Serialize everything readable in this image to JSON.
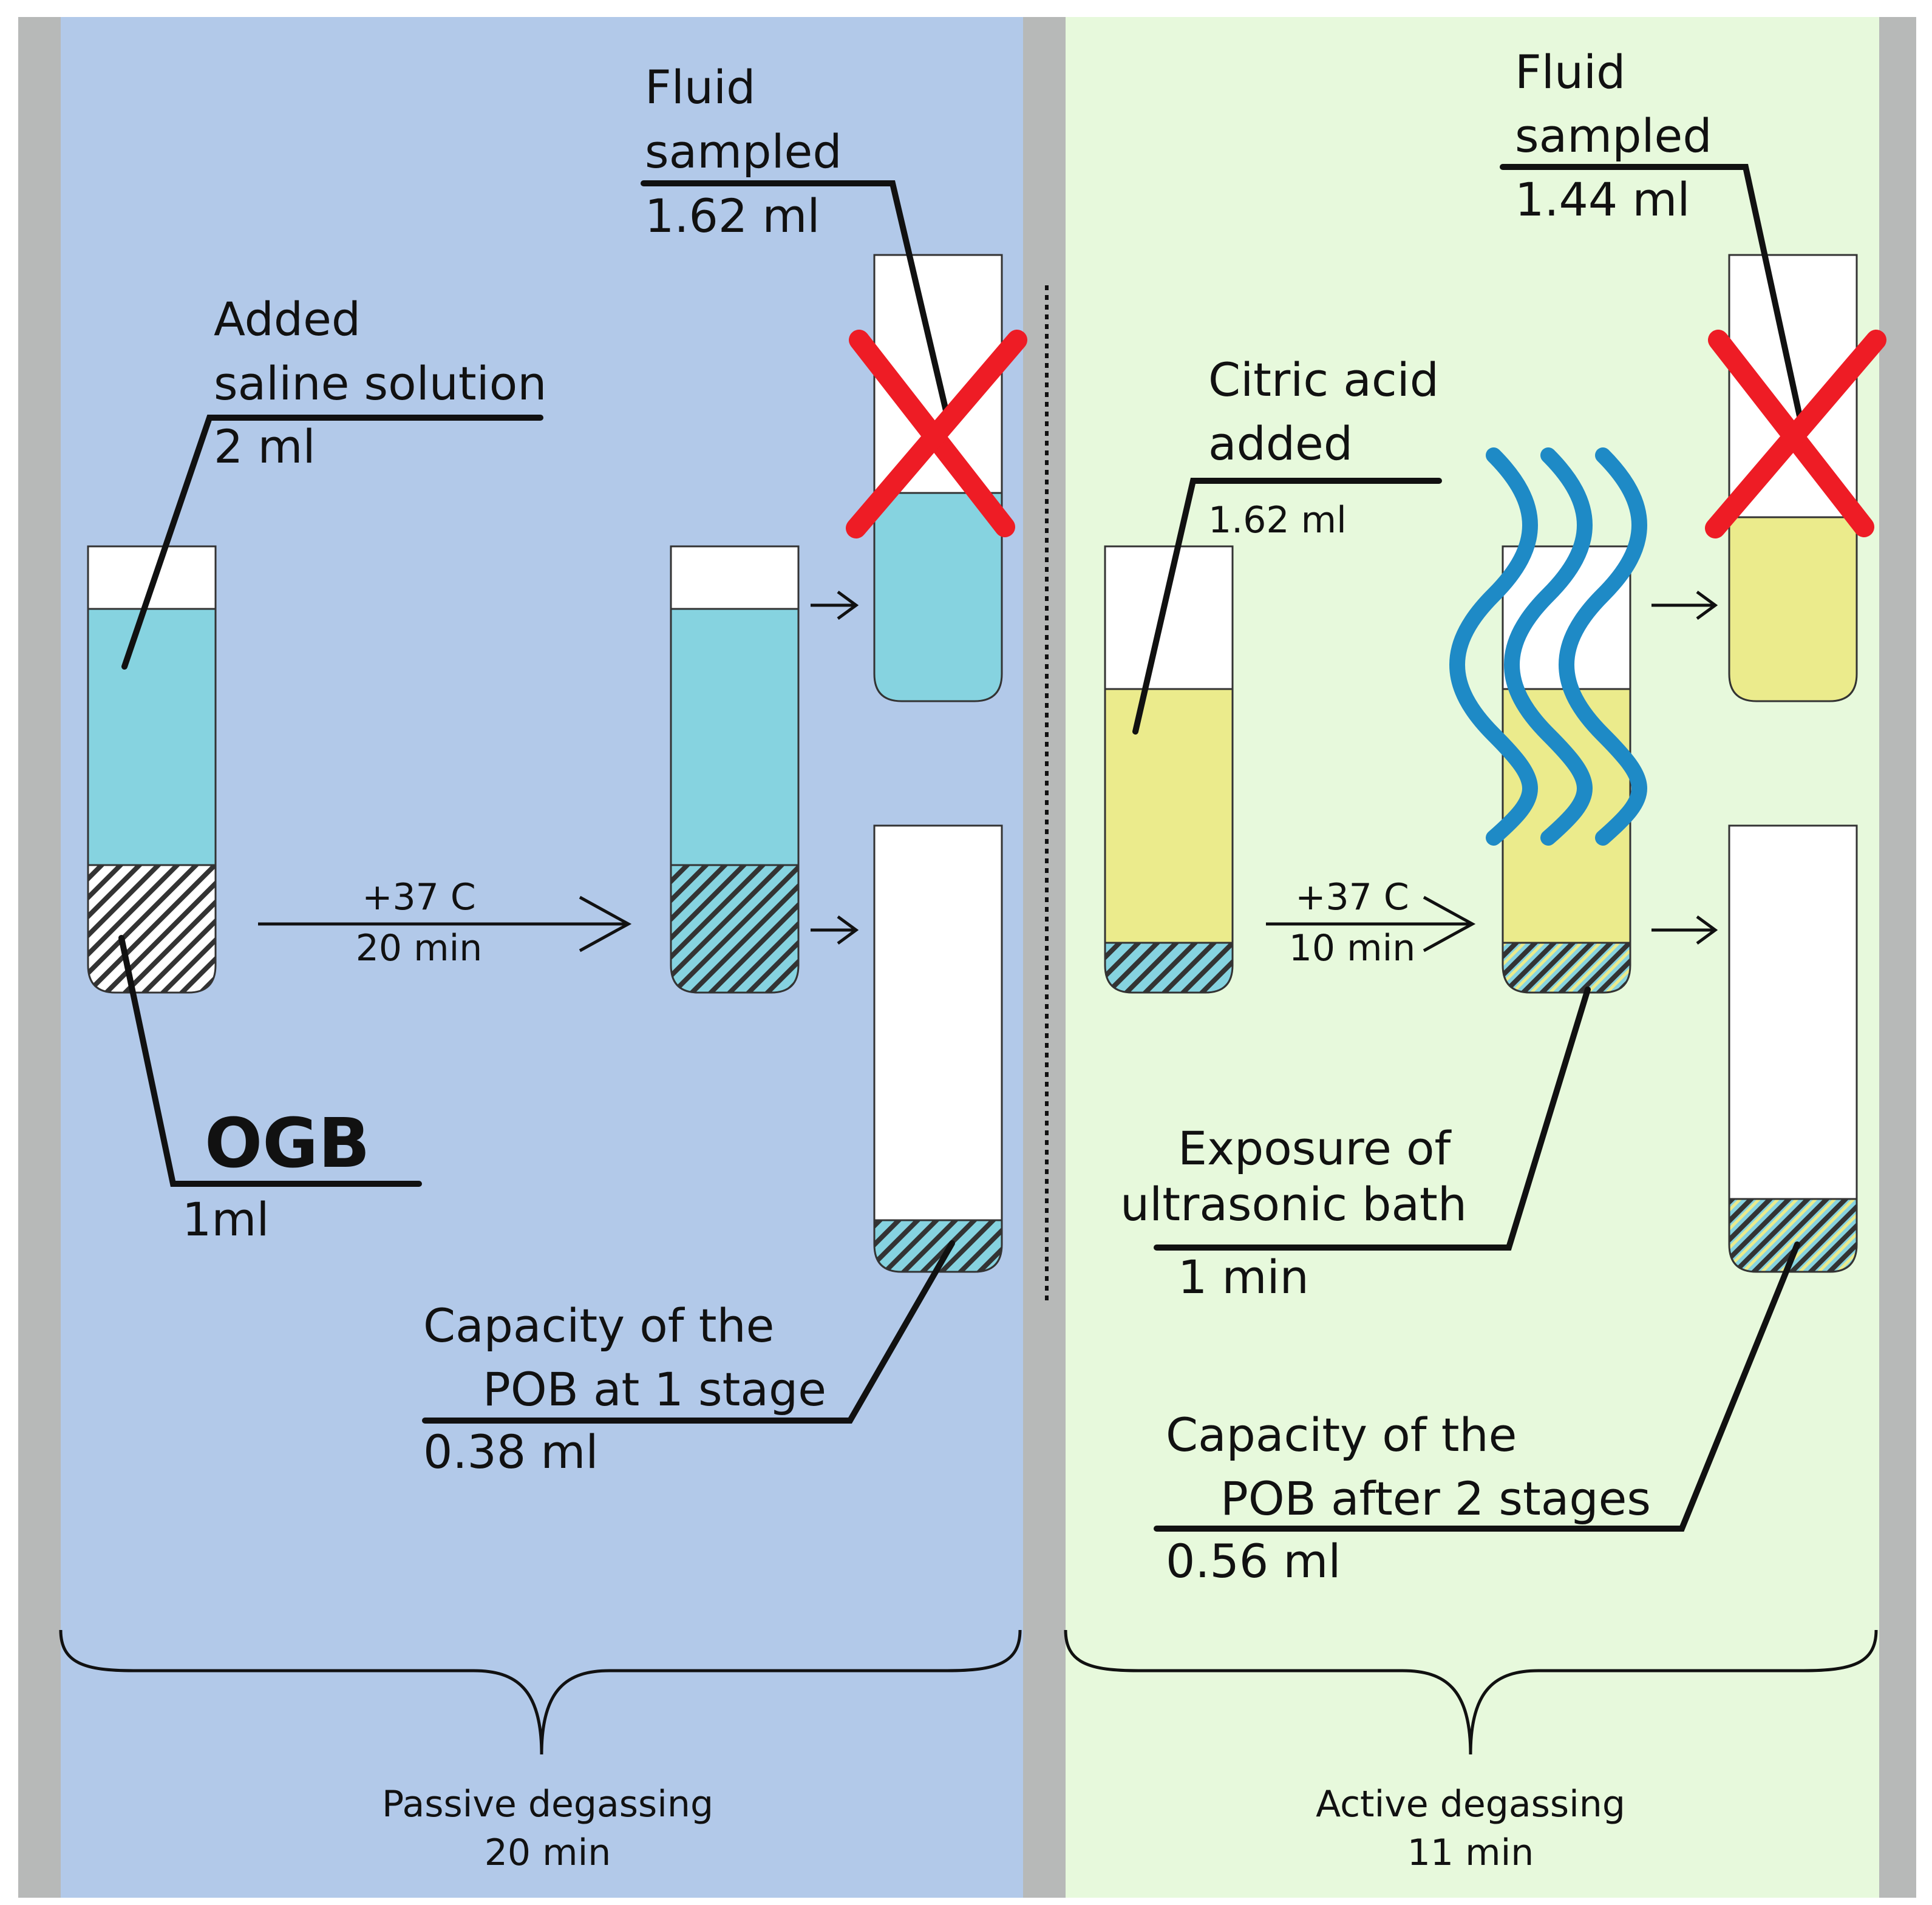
{
  "colors": {
    "passive_bg": "#b2c9e9",
    "active_bg": "#e7f9dc",
    "frame_gray": "#b7b9b8",
    "saline": "#86d3e0",
    "citric": "#ebeb8c",
    "cross": "#ee1c25",
    "waves": "#1e8ac6"
  },
  "passive": {
    "added_label_1": "Added",
    "added_label_2": "saline solution",
    "added_value": "2 ml",
    "ogb_label": "OGB",
    "ogb_value": "1ml",
    "step_temp": "+37 C",
    "step_time": "20 min",
    "fluid_label_1": "Fluid",
    "fluid_label_2": "sampled",
    "fluid_value": "1.62 ml",
    "capacity_label_1": "Capacity of the",
    "capacity_label_2": "POB at 1 stage",
    "capacity_value": "0.38 ml",
    "footer_title": "Passive degassing",
    "footer_time": "20 min"
  },
  "active": {
    "citric_label_1": "Citric acid",
    "citric_label_2": "added",
    "citric_value": "1.62 ml",
    "step_temp": "+37 C",
    "step_time": "10 min",
    "fluid_label_1": "Fluid",
    "fluid_label_2": "sampled",
    "fluid_value": "1.44 ml",
    "exposure_label_1": "Exposure of",
    "exposure_label_2": "ultrasonic bath",
    "exposure_value": "1 min",
    "capacity_label_1": "Capacity of the",
    "capacity_label_2": "POB after 2 stages",
    "capacity_value": "0.56 ml",
    "footer_title": "Active degassing",
    "footer_time": "11 min"
  }
}
